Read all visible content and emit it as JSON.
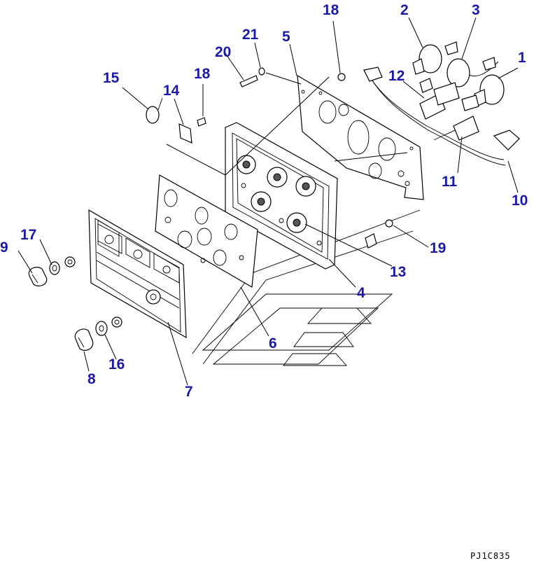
{
  "diagram": {
    "callouts": [
      "1",
      "2",
      "3",
      "4",
      "5",
      "6",
      "7",
      "8",
      "9",
      "10",
      "11",
      "12",
      "13",
      "14",
      "15",
      "16",
      "17",
      "18",
      "18",
      "19",
      "20",
      "21"
    ],
    "drawing_code": "PJ1C835"
  }
}
